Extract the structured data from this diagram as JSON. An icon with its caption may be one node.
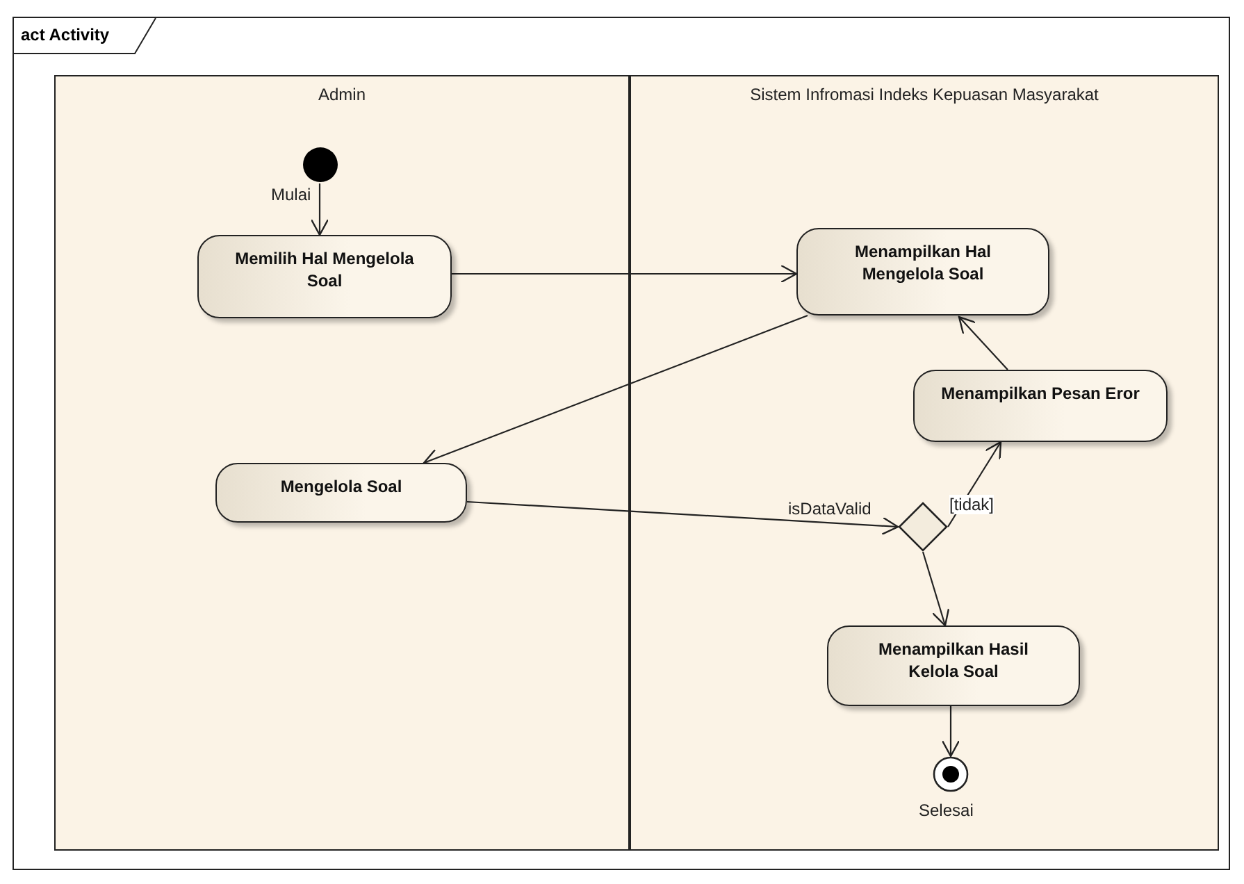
{
  "diagram": {
    "nodes": [
      {
        "text": [
          "act Activity"
        ]
      },
      {
        "text": [
          "Admin"
        ],
        "in": 0
      },
      {
        "text": [
          "Sistem Infromasi Indeks Kepuasan Masyarakat"
        ],
        "in": 0
      },
      {
        "text": [],
        "shape": "circle",
        "beside": [
          "Mulai"
        ],
        "in": 1
      },
      {
        "text": [
          "Memilih Hal Mengelola Soal"
        ],
        "in": 1
      },
      {
        "text": [
          "Mengelola Soal"
        ],
        "in": 1
      },
      {
        "text": [
          "Menampilkan Hal Mengelola Soal"
        ],
        "in": 2
      },
      {
        "text": [
          "Menampilkan Pesan Eror"
        ],
        "in": 2
      },
      {
        "text": [],
        "shape": "diamond",
        "beside": [
          "isDataValid"
        ],
        "in": 2
      },
      {
        "text": [
          "Menampilkan Hasil Kelola Soal"
        ],
        "in": 2
      },
      {
        "text": [],
        "shape": "bullseye",
        "beside": [
          "Selesai"
        ],
        "in": 2
      }
    ],
    "edges": [
      {
        "from": 3,
        "to": 4,
        "arrow": "to"
      },
      {
        "from": 4,
        "to": 6,
        "arrow": "to"
      },
      {
        "from": 6,
        "to": 5,
        "arrow": "to"
      },
      {
        "from": 5,
        "to": 8,
        "arrow": "to"
      },
      {
        "from": 8,
        "to": 7,
        "arrow": "to",
        "label": "[tidak]"
      },
      {
        "from": 7,
        "to": 6,
        "arrow": "to"
      },
      {
        "from": 8,
        "to": 9,
        "arrow": "to"
      },
      {
        "from": 9,
        "to": 10,
        "arrow": "to"
      }
    ]
  }
}
